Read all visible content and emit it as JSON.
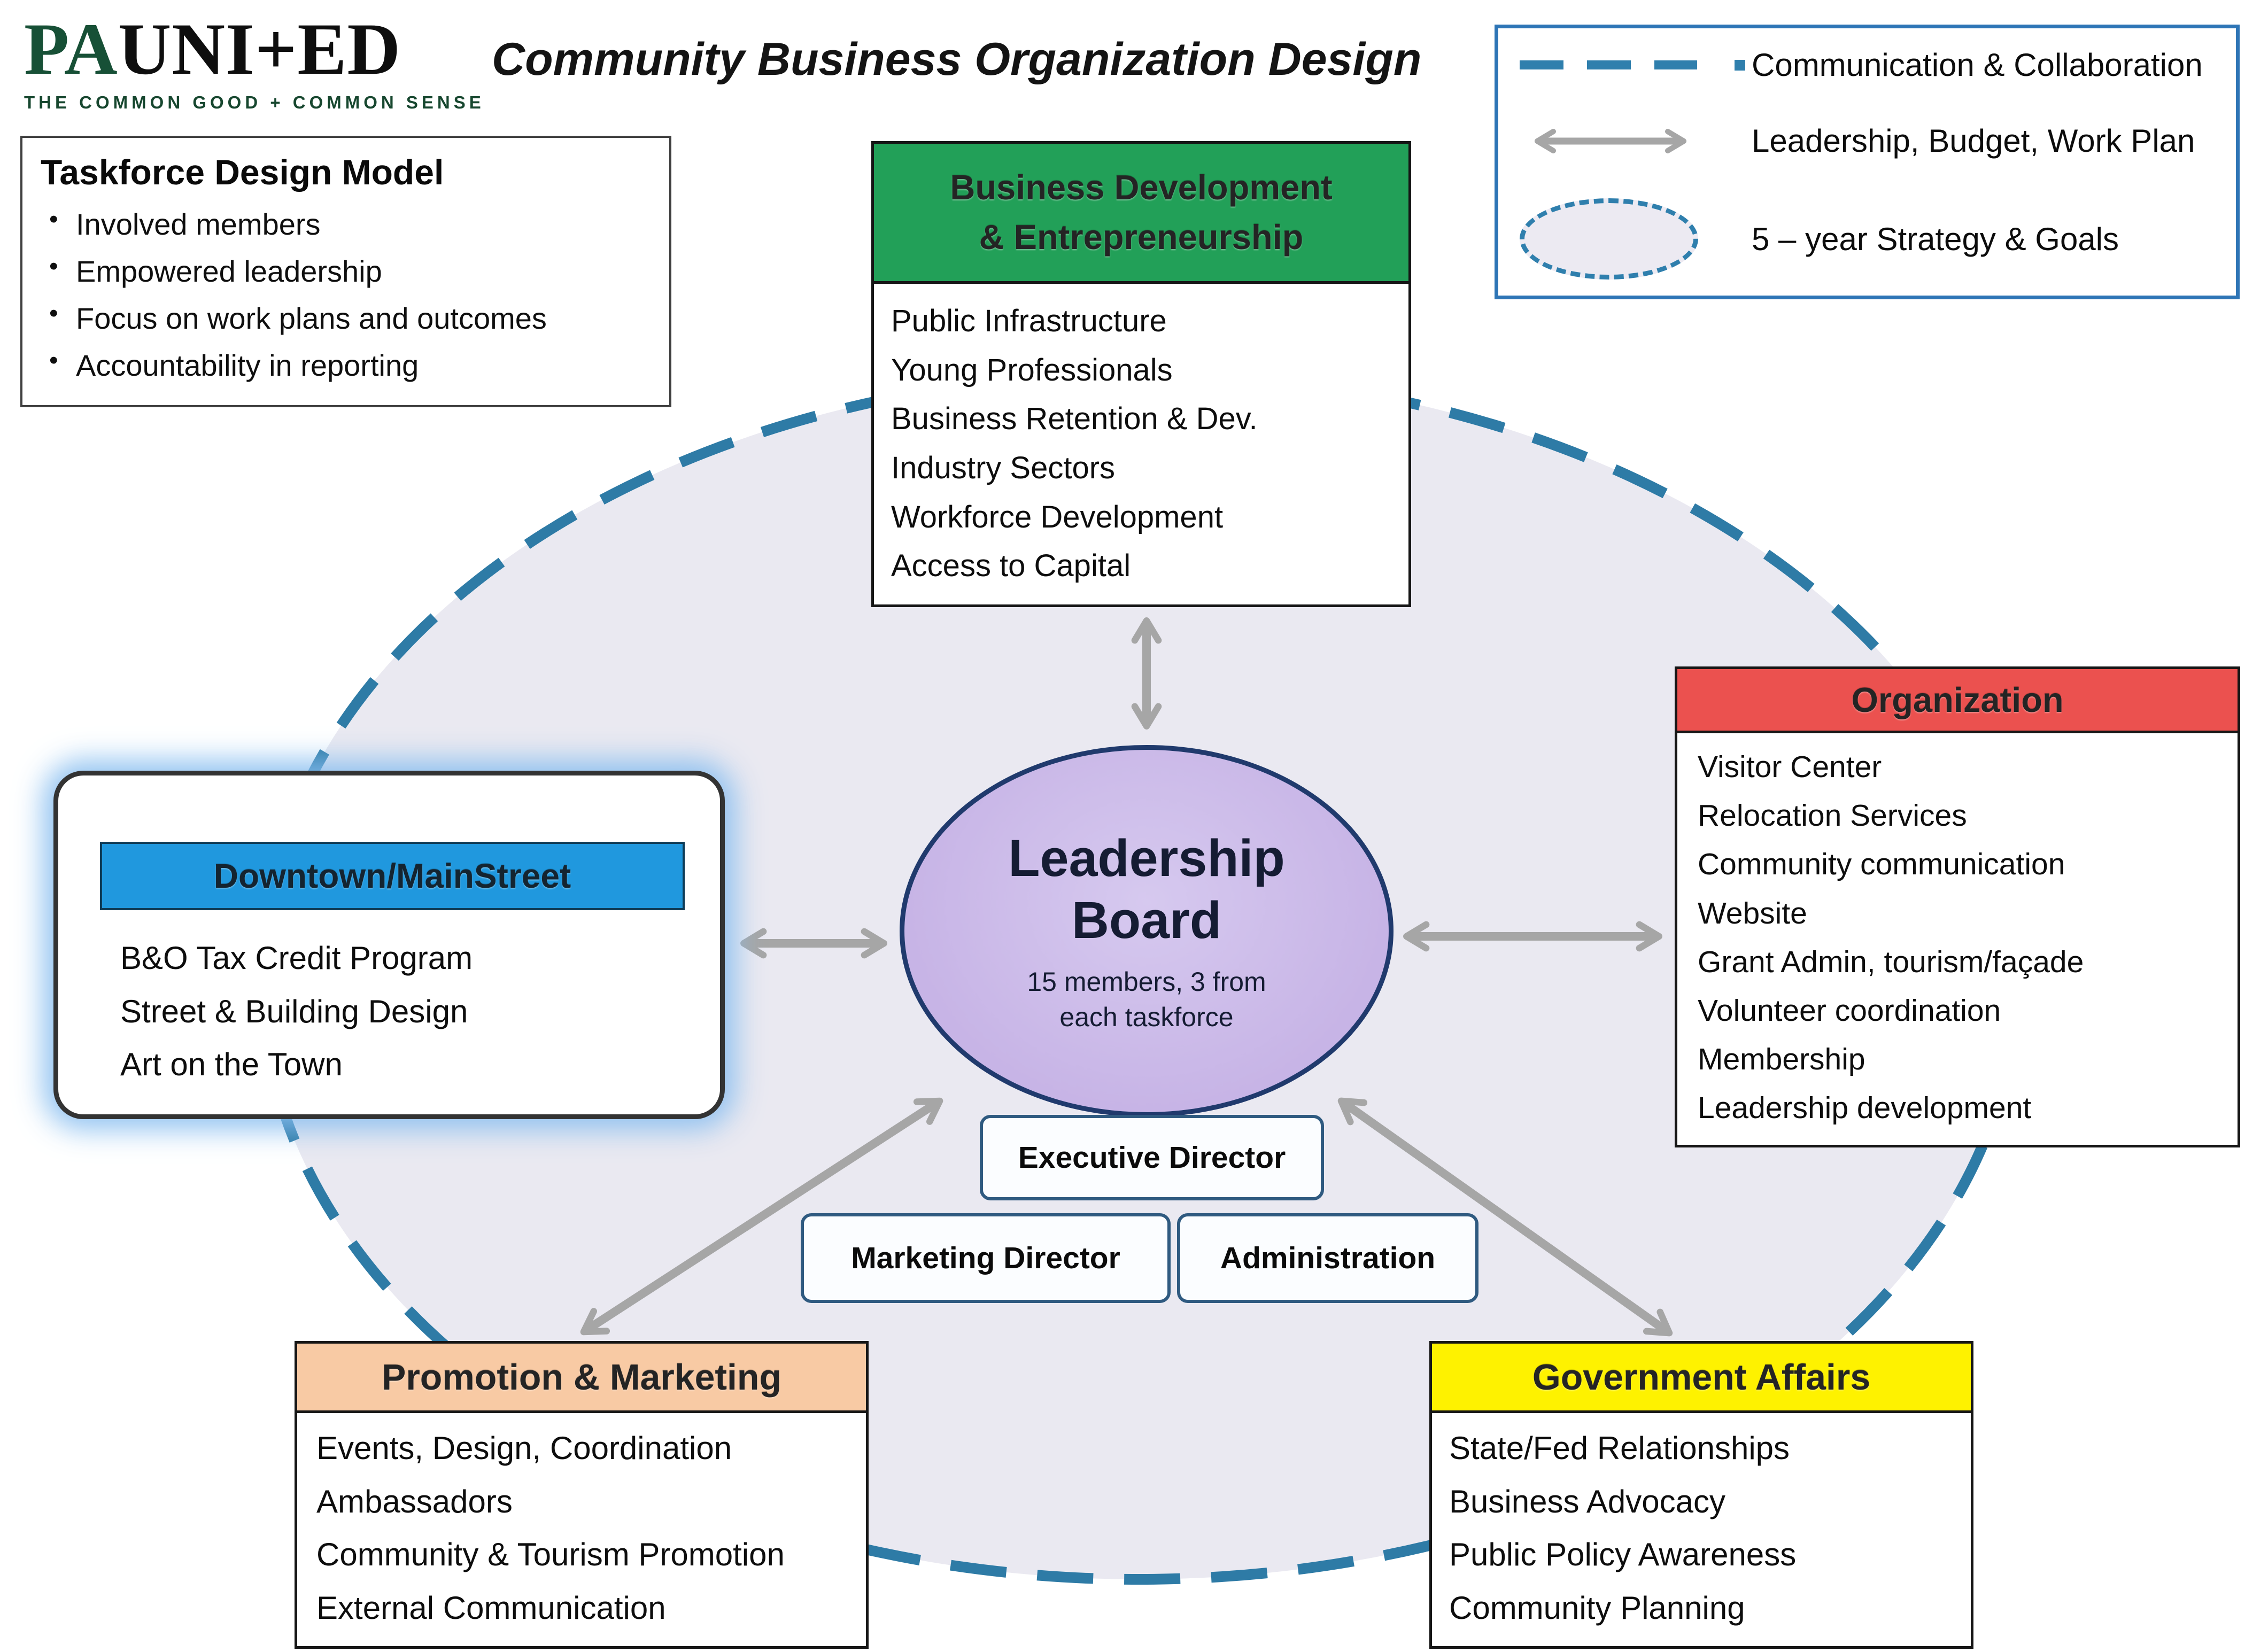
{
  "brand": {
    "name_prefix": "PA",
    "name_suffix": "UNI+ED",
    "tagline": "THE COMMON GOOD + COMMON SENSE"
  },
  "title": "Community Business Organization Design",
  "taskforce_design_model": {
    "title": "Taskforce Design Model",
    "bullets": [
      "Involved members",
      "Empowered leadership",
      "Focus on work plans and outcomes",
      "Accountability in reporting"
    ]
  },
  "legend": {
    "communication": "Communication & Collaboration",
    "leadership": "Leadership, Budget, Work Plan",
    "strategy": "5 – year Strategy & Goals"
  },
  "leadership_board": {
    "title": "Leadership\nBoard",
    "subtitle": "15 members, 3 from\neach taskforce"
  },
  "staff": {
    "executive_director": "Executive Director",
    "marketing_director": "Marketing Director",
    "administration": "Administration"
  },
  "taskforces": [
    {
      "name": "Business Development\n& Entrepreneurship",
      "color": "#22a058",
      "items": [
        "Public Infrastructure",
        "Young Professionals",
        "Business Retention & Dev.",
        "Industry Sectors",
        "Workforce Development",
        "Access to Capital"
      ]
    },
    {
      "name": "Organization",
      "color": "#eb514f",
      "items": [
        "Visitor Center",
        "Relocation Services",
        "Community communication",
        "Website",
        "Grant Admin, tourism/façade",
        "Volunteer coordination",
        "Membership",
        "Leadership development"
      ]
    },
    {
      "name": "Downtown/MainStreet",
      "color": "#2098de",
      "items": [
        "B&O Tax Credit Program",
        "Street & Building Design",
        "Art on the Town"
      ]
    },
    {
      "name": "Promotion & Marketing",
      "color": "#f8caa4",
      "items": [
        "Events, Design, Coordination",
        "Ambassadors",
        "Community & Tourism Promotion",
        "External Communication"
      ]
    },
    {
      "name": "Government Affairs",
      "color": "#fef200",
      "items": [
        "State/Fed Relationships",
        "Business Advocacy",
        "Public Policy Awareness",
        "Community Planning"
      ]
    }
  ],
  "colors": {
    "dashed_blue": "#2f7fad",
    "legend_border_blue": "#2e75b6",
    "arrow_gray": "#a6a6a6",
    "strategy_ellipse_fill": "#eae9f1",
    "leadership_fill": "#c7b4e6",
    "leadership_border": "#203a6d",
    "business_green": "#22a058",
    "organization_red": "#eb514f",
    "downtown_blue": "#2098de",
    "promotion_peach": "#f8caa4",
    "government_yellow": "#fef200"
  }
}
